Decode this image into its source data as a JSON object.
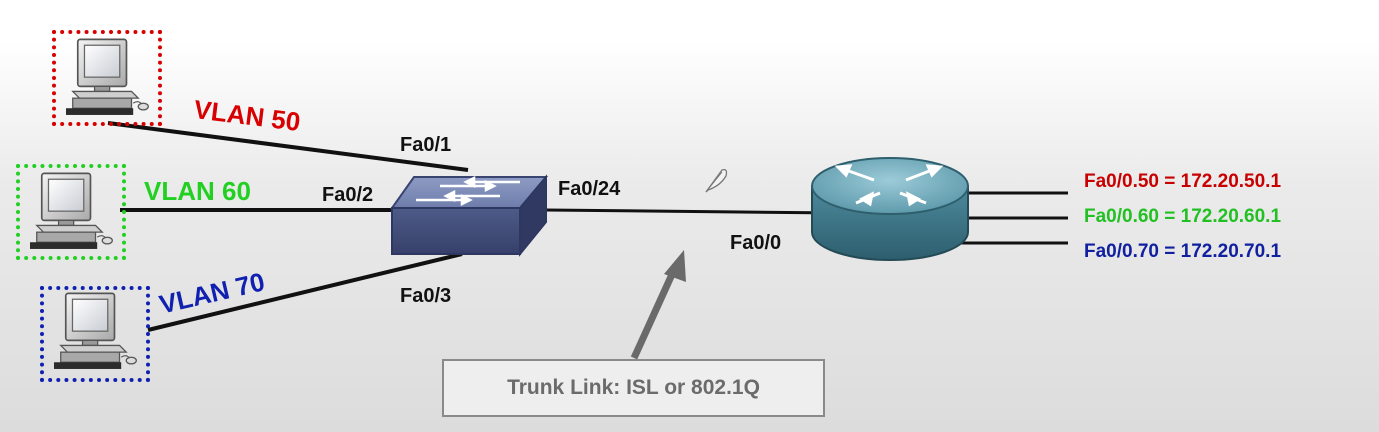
{
  "vlans": [
    {
      "label": "VLAN 50",
      "color": "#d80000",
      "pc_icon": "desktop-computer-icon",
      "switch_port": "Fa0/1"
    },
    {
      "label": "VLAN 60",
      "color": "#22d022",
      "pc_icon": "desktop-computer-icon",
      "switch_port": "Fa0/2"
    },
    {
      "label": "VLAN 70",
      "color": "#1020b0",
      "pc_icon": "desktop-computer-icon",
      "switch_port": "Fa0/3"
    }
  ],
  "switch": {
    "icon": "network-switch-icon",
    "uplink_port": "Fa0/24"
  },
  "router": {
    "icon": "router-icon",
    "port": "Fa0/0",
    "subinterfaces": [
      {
        "label": "Fa0/0.50 = 172.20.50.1",
        "color": "#c80000"
      },
      {
        "label": "Fa0/0.60 = 172.20.60.1",
        "color": "#22c022"
      },
      {
        "label": "Fa0/0.70 = 172.20.70.1",
        "color": "#1020a0"
      }
    ]
  },
  "callout": {
    "text": "Trunk Link: ISL or 802.1Q",
    "arrow_icon": "pointer-arrow-icon"
  },
  "decor": {
    "feather_icon": "feather-icon"
  }
}
